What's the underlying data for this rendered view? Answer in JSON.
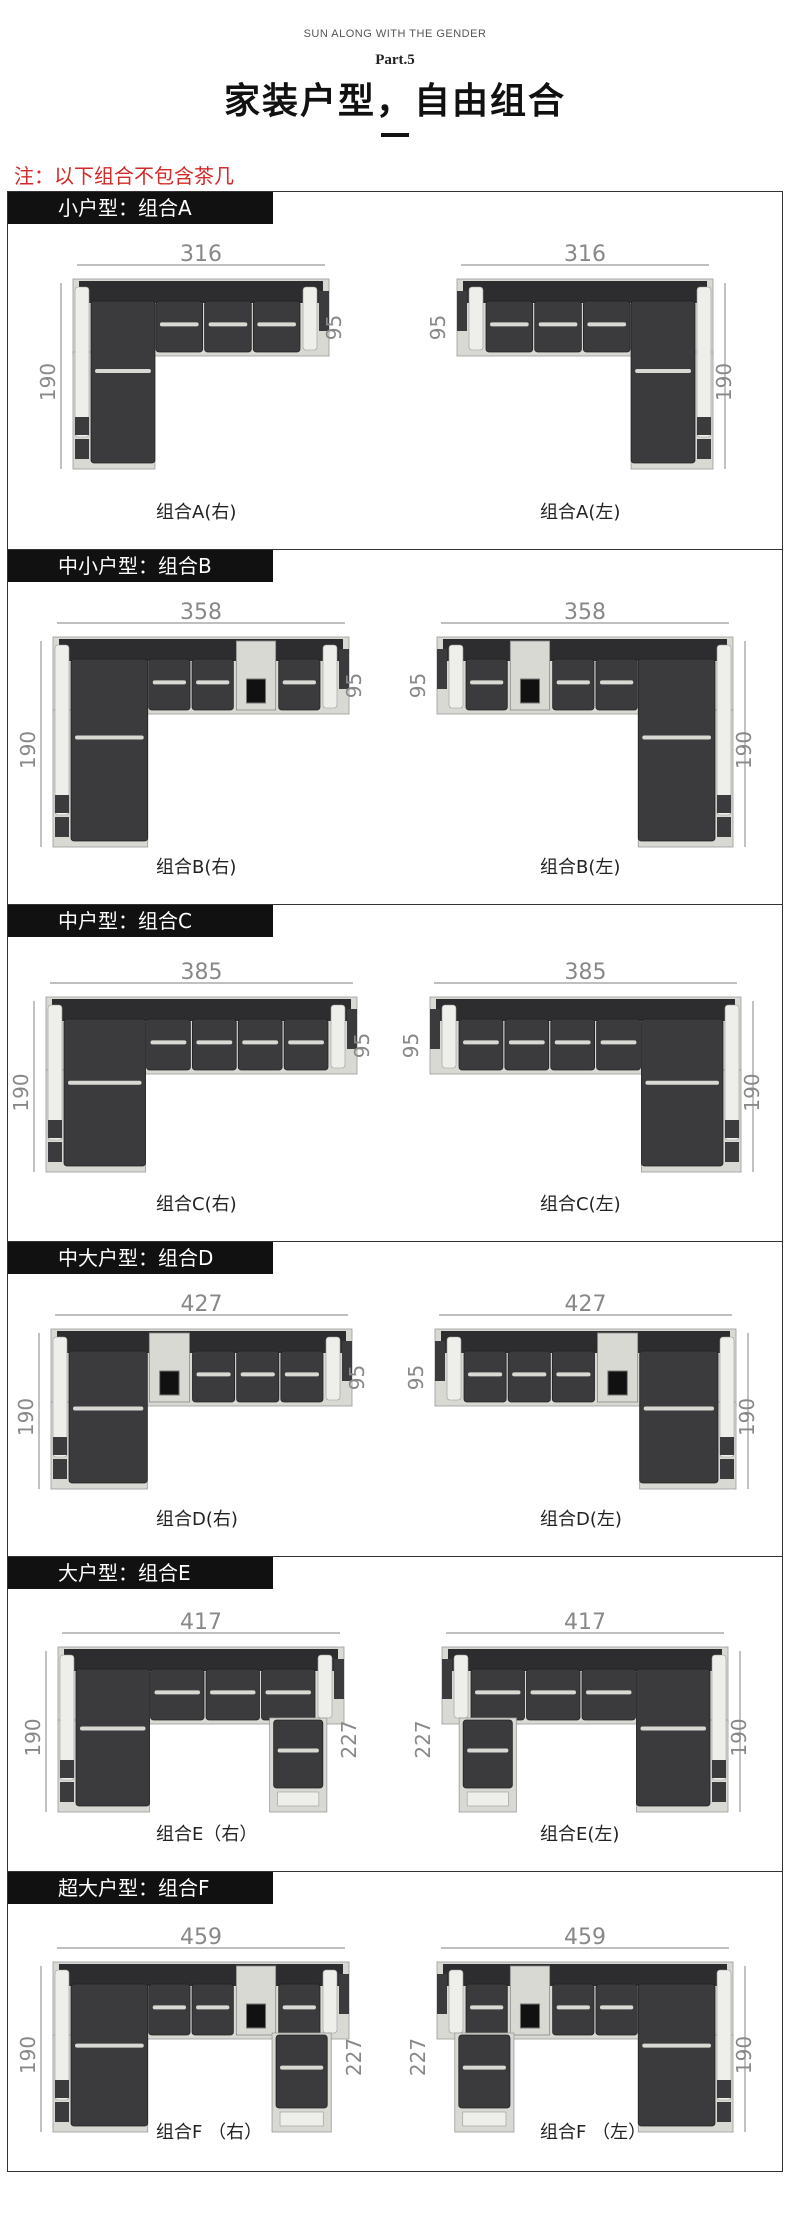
{
  "header": {
    "kicker": "SUN ALONG WITH THE GENDER",
    "part": "Part.5",
    "title": "家装户型，自由组合"
  },
  "note": "注：以下组合不包含茶几",
  "colors": {
    "note": "#d22a2a",
    "sofa_dark": "#3b3b3d",
    "sofa_light": "#d9d9d4",
    "label_bg": "#111111"
  },
  "sections": [
    {
      "label": "小户型：组合A",
      "width": "316",
      "depth": "190",
      "seat_depth": "95",
      "side_depth": "",
      "right_caption": "组合A(右)",
      "left_caption": "组合A(左)"
    },
    {
      "label": "中小户型：组合B",
      "width": "358",
      "depth": "190",
      "seat_depth": "95",
      "side_depth": "",
      "right_caption": "组合B(右)",
      "left_caption": "组合B(左)"
    },
    {
      "label": "中户型：组合C",
      "width": "385",
      "depth": "190",
      "seat_depth": "95",
      "side_depth": "",
      "right_caption": "组合C(右)",
      "left_caption": "组合C(左)"
    },
    {
      "label": "中大户型：组合D",
      "width": "427",
      "depth": "190",
      "seat_depth": "95",
      "side_depth": "",
      "right_caption": "组合D(右)",
      "left_caption": "组合D(左)"
    },
    {
      "label": "大户型：组合E",
      "width": "417",
      "depth": "190",
      "seat_depth": "",
      "side_depth": "227",
      "right_caption": "组合E（右）",
      "left_caption": "组合E(左)"
    },
    {
      "label": "超大户型：组合F",
      "width": "459",
      "depth": "190",
      "seat_depth": "",
      "side_depth": "227",
      "right_caption": "组合F （右）",
      "left_caption": "组合F （左）"
    }
  ]
}
